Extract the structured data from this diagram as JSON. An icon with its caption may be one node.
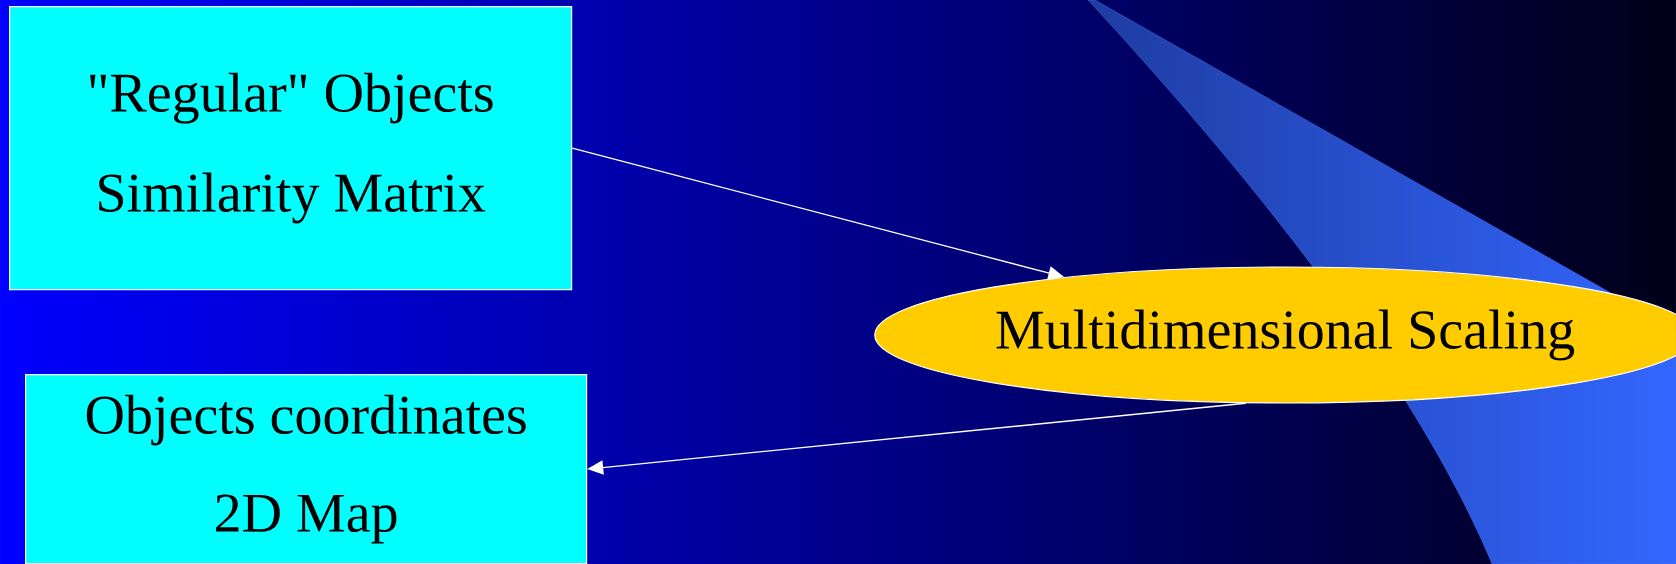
{
  "diagram": {
    "nodes": [
      {
        "text": [
          "\"Regular\" Objects",
          "Similarity Matrix"
        ]
      },
      {
        "text": [
          "Objects coordinates",
          "2D Map"
        ]
      },
      {
        "text": [
          "Multidimensional Scaling"
        ]
      }
    ],
    "edges": [
      {
        "from": 0,
        "to": 2,
        "arrow": "to"
      },
      {
        "from": 2,
        "to": 1,
        "arrow": "to"
      }
    ]
  }
}
